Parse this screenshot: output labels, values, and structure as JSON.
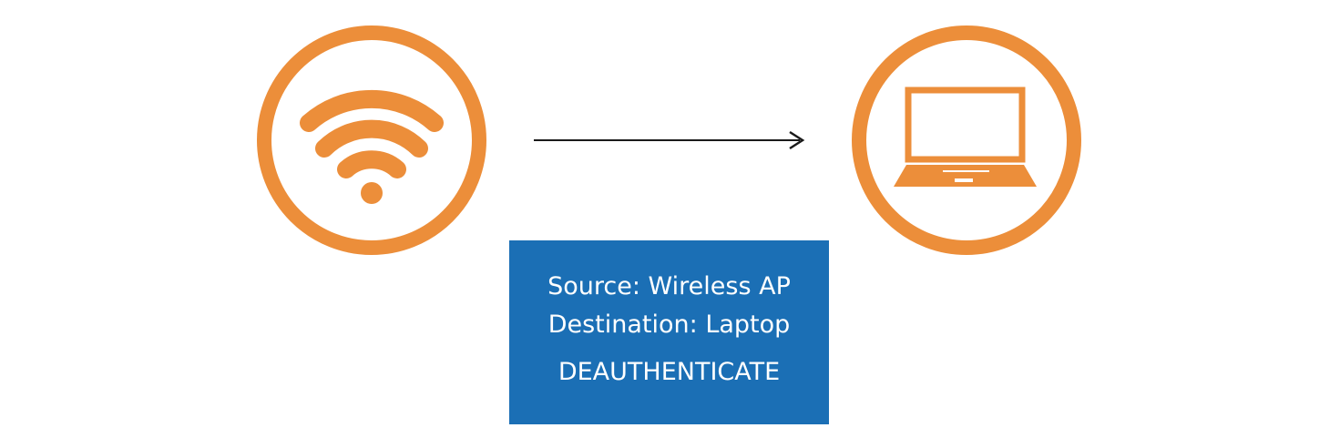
{
  "colors": {
    "icon_orange": "#EC8E3A",
    "frame_blue": "#1B6FB5",
    "arrow": "#1a1a1a",
    "frame_text": "#ffffff",
    "background": "#ffffff"
  },
  "nodes": {
    "source_icon": "wifi-icon",
    "destination_icon": "laptop-icon"
  },
  "frame": {
    "source_line": "Source: Wireless AP",
    "destination_line": "Destination: Laptop",
    "action": "DEAUTHENTICATE"
  }
}
